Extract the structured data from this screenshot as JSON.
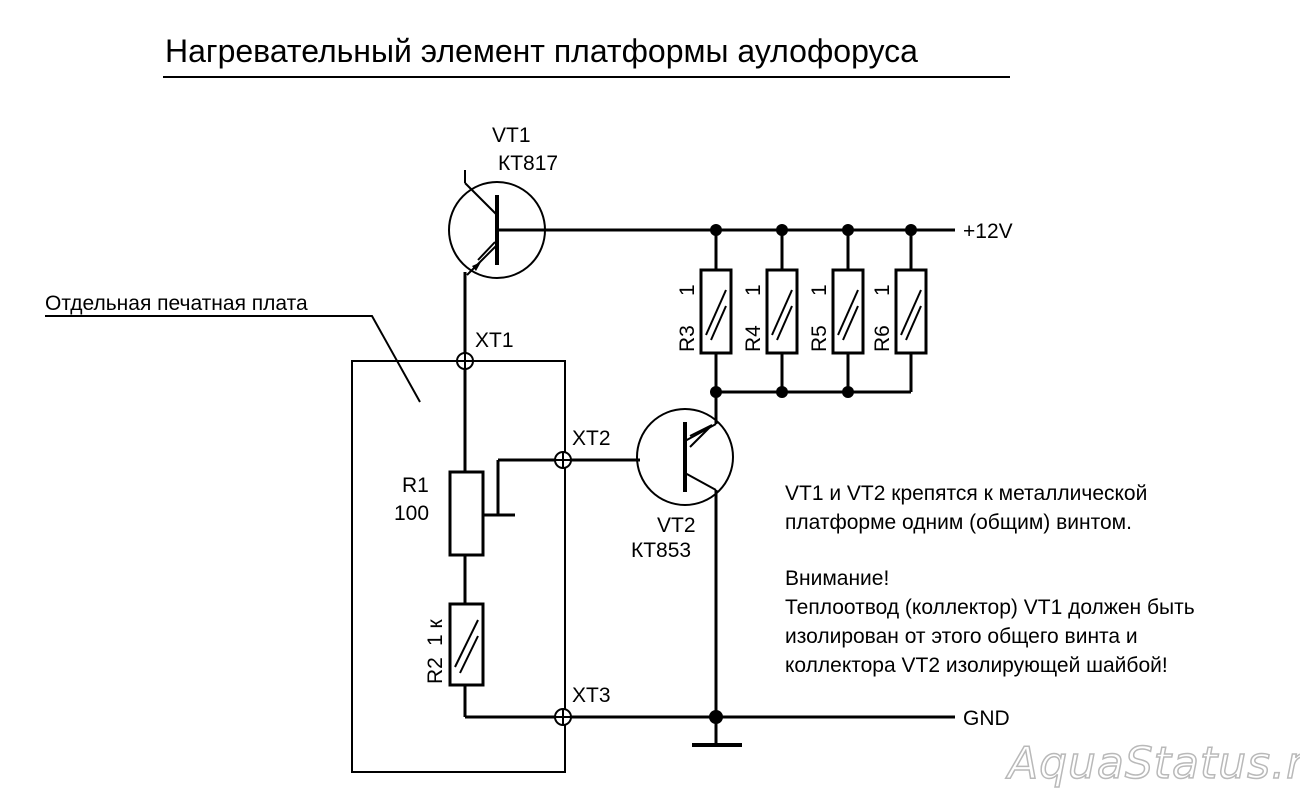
{
  "title": "Нагревательный элемент платформы аулофоруса",
  "board_label": "Отдельная печатная плата",
  "supply": "+12V",
  "ground": "GND",
  "transistors": {
    "vt1": {
      "ref": "VT1",
      "part": "КТ817"
    },
    "vt2": {
      "ref": "VT2",
      "part": "КТ853"
    }
  },
  "connectors": {
    "xt1": "XT1",
    "xt2": "XT2",
    "xt3": "XT3"
  },
  "resistors": {
    "r1": {
      "ref": "R1",
      "value": "100"
    },
    "r2": {
      "ref": "R2",
      "value": "1 к"
    },
    "r3": {
      "ref": "R3",
      "value": "1"
    },
    "r4": {
      "ref": "R4",
      "value": "1"
    },
    "r5": {
      "ref": "R5",
      "value": "1"
    },
    "r6": {
      "ref": "R6",
      "value": "1"
    }
  },
  "notes": {
    "mount_line1": "VT1 и VT2 крепятся к металлической",
    "mount_line2": "платформе одним (общим) винтом.",
    "warn_title": "Внимание!",
    "warn_line1": "Теплоотвод (коллектор) VT1 должен быть",
    "warn_line2": "изолирован от этого общего винта  и",
    "warn_line3": "коллектора VT2 изолирующей шайбой!"
  },
  "watermark": "AquaStatus.ru"
}
